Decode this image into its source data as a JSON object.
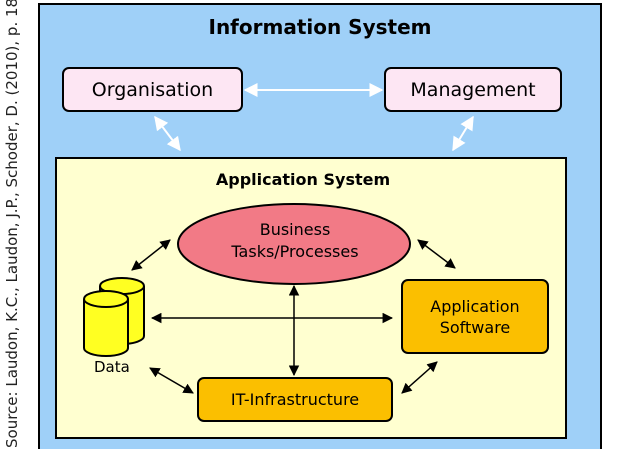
{
  "source": "Source: Laudon, K.C., Laudon, J.P., Schoder, D. (2010), p. 18.",
  "info_system": {
    "title": "Information System",
    "organisation": "Organisation",
    "management": "Management"
  },
  "app_system": {
    "title": "Application System",
    "business_line1": "Business",
    "business_line2": "Tasks/Processes",
    "software_line1": "Application",
    "software_line2": "Software",
    "infrastructure": "IT-Infrastructure",
    "data": "Data"
  },
  "colors": {
    "outer_bg": "#9fd0f8",
    "inner_bg": "#ffffd0",
    "pink_box": "#fde6f3",
    "ellipse": "#f27a86",
    "orange_box": "#fbbf00",
    "cylinder": "#ffff22"
  }
}
